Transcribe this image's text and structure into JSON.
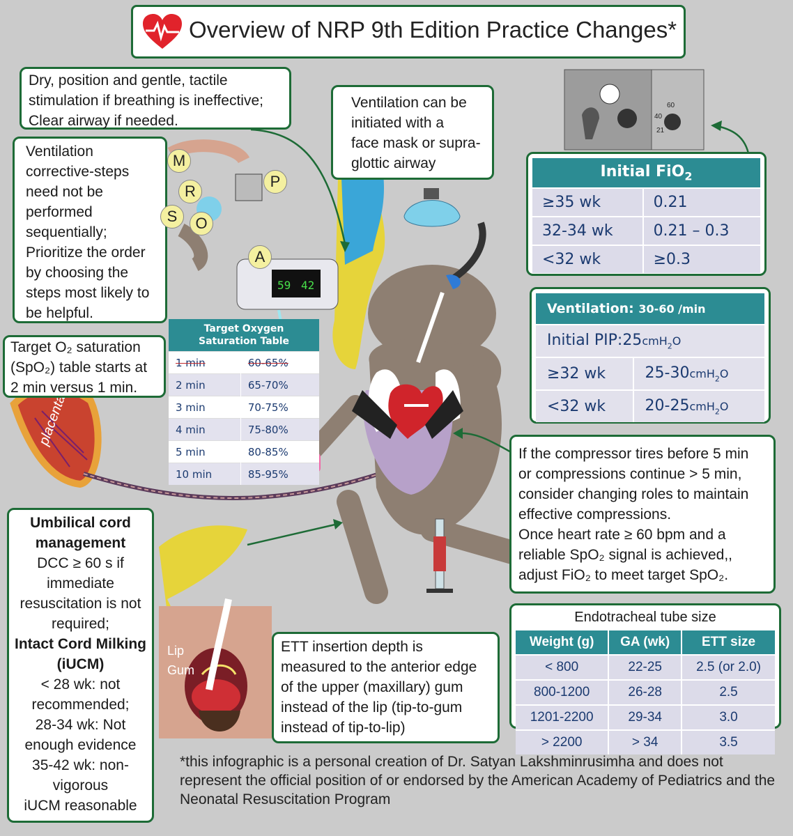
{
  "title": "Overview of NRP 9th Edition Practice Changes*",
  "icons": [
    "heart-monitor-icon"
  ],
  "colors": {
    "border": "#1d6b36",
    "table_header": "#2c8c93",
    "background": "#cbcbcb"
  },
  "dry_box": "Dry, position and gentle, tactile\nstimulation if breathing is ineffective;\nClear airway if needed.",
  "ventilation_box": "Ventilation can be\ninitiated with a\nface mask or supra-\nglottic airway",
  "mr_sopa": {
    "text": "Ventilation\ncorrective-steps\nneed not be\nperformed\nsequentially;\nPrioritize the order\nby choosing the\nsteps most likely to\nbe helpful.",
    "letters": [
      "M",
      "R",
      "S",
      "O",
      "P",
      "A"
    ]
  },
  "o2_box": "Target O₂ saturation\n(SpO₂) table starts at\n2 min versus 1 min.",
  "monitor": {
    "spo2": "59",
    "hr": "42"
  },
  "spo2_table": {
    "title": "Target Oxygen\nSaturation Table",
    "rows": [
      [
        "1 min",
        "60-65%"
      ],
      [
        "2 min",
        "65-70%"
      ],
      [
        "3 min",
        "70-75%"
      ],
      [
        "4 min",
        "75-80%"
      ],
      [
        "5 min",
        "80-85%"
      ],
      [
        "10 min",
        "85-95%"
      ]
    ]
  },
  "fio2_table": {
    "title": "Initial FiO",
    "title_sub": "2",
    "rows": [
      [
        "≥35 wk",
        "0.21"
      ],
      [
        "32-34 wk",
        "0.21 – 0.3"
      ],
      [
        "<32 wk",
        "≥0.3"
      ]
    ]
  },
  "vent_table": {
    "title": "Ventilation:",
    "rate": "30-60 /min",
    "pip_label": "Initial PIP:",
    "pip_value": "25",
    "unit": "cmH",
    "unit_sub": "2",
    "unit_end": "O",
    "rows": [
      [
        "≥32 wk",
        "25-30"
      ],
      [
        "<32 wk",
        "20-25"
      ]
    ]
  },
  "compressor_box": "If the compressor tires before 5 min\nor compressions continue > 5 min,\nconsider changing roles to maintain\neffective compressions.\nOnce heart rate ≥ 60 bpm and a\nreliable SpO₂ signal is achieved,,\n adjust FiO₂ to meet target SpO₂.",
  "cord": {
    "h1": "Umbilical cord management",
    "l1": "DCC ≥ 60 s  if immediate resuscitation is not required;",
    "h2": "Intact Cord Milking (iUCM)",
    "l2": "< 28 wk:  not recommended;\n28-34 wk: Not enough evidence\n35-42 wk: non-vigorous\niUCM reasonable"
  },
  "ett_box": "ETT insertion depth is\nmeasured to the anterior edge\nof the upper (maxillary) gum\ninstead of the lip (tip-to-gum\ninstead of tip-to-lip)",
  "ett_table": {
    "title": "Endotracheal tube size",
    "headers": [
      "Weight (g)",
      "GA (wk)",
      "ETT size"
    ],
    "rows": [
      [
        "< 800",
        "22-25",
        "2.5 (or 2.0)"
      ],
      [
        "800-1200",
        "26-28",
        "2.5"
      ],
      [
        "1201-2200",
        "29-34",
        "3.0"
      ],
      [
        "> 2200",
        "> 34",
        "3.5"
      ]
    ]
  },
  "labels": {
    "placenta": "placenta",
    "lip": "Lip",
    "gum": "Gum",
    "blender_60": "60",
    "blender_40": "40",
    "blender_21": "21"
  },
  "footer": "*this infographic is a personal creation of Dr. Satyan Lakshminrusimha and does not represent the official position of or endorsed by the American Academy of Pediatrics and the Neonatal Resuscitation Program"
}
